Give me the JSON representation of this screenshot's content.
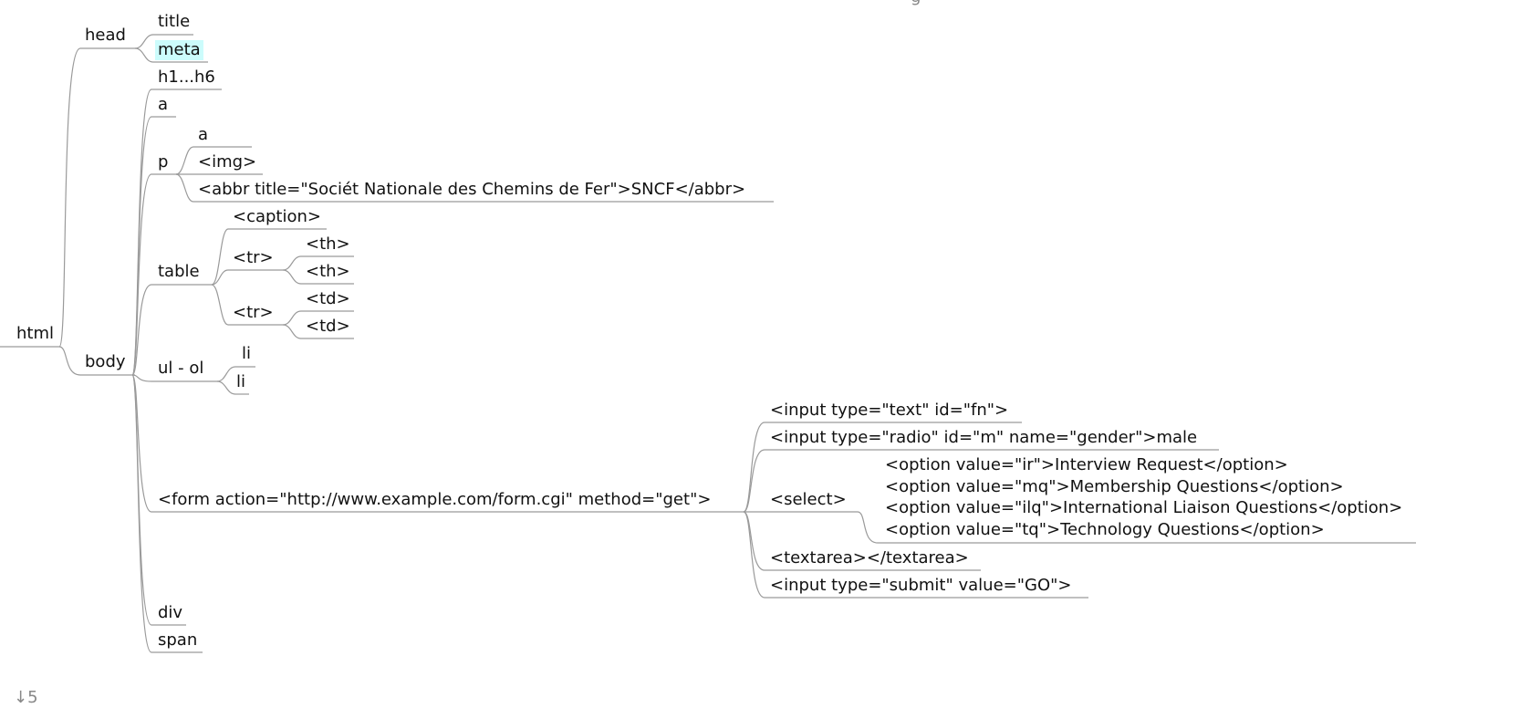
{
  "colors": {
    "highlight": "#ccfcfc",
    "line": "#9a9a9a"
  },
  "nodes": {
    "html": "html",
    "head": "head",
    "title": "title",
    "meta": "meta",
    "body": "body",
    "h1h6": "h1...h6",
    "a": "a",
    "p": "p",
    "p_a": "a",
    "img": "<img>",
    "abbr": "<abbr title=\"Sociét Nationale des Chemins de Fer\">SNCF</abbr>",
    "table": "table",
    "caption": "<caption>",
    "tr1": "<tr>",
    "th1": "<th>",
    "th2": "<th>",
    "tr2": "<tr>",
    "td1": "<td>",
    "td2": "<td>",
    "ulol": "ul - ol",
    "li1": "li",
    "li2": "li",
    "form": "<form action=\"http://www.example.com/form.cgi\" method=\"get\">",
    "input_text": "<input type=\"text\" id=\"fn\">",
    "input_radio": "<input type=\"radio\" id=\"m\" name=\"gender\">male",
    "select": "<select>",
    "options": [
      "<option value=\"ir\">Interview Request</option>",
      "<option value=\"mq\">Membership Questions</option>",
      "<option value=\"ilq\">International Liaison Questions</option>",
      "<option value=\"tq\">Technology Questions</option>"
    ],
    "textarea": "<textarea></textarea>",
    "submit": "<input type=\"submit\" value=\"GO\">",
    "div": "div",
    "span": "span"
  }
}
